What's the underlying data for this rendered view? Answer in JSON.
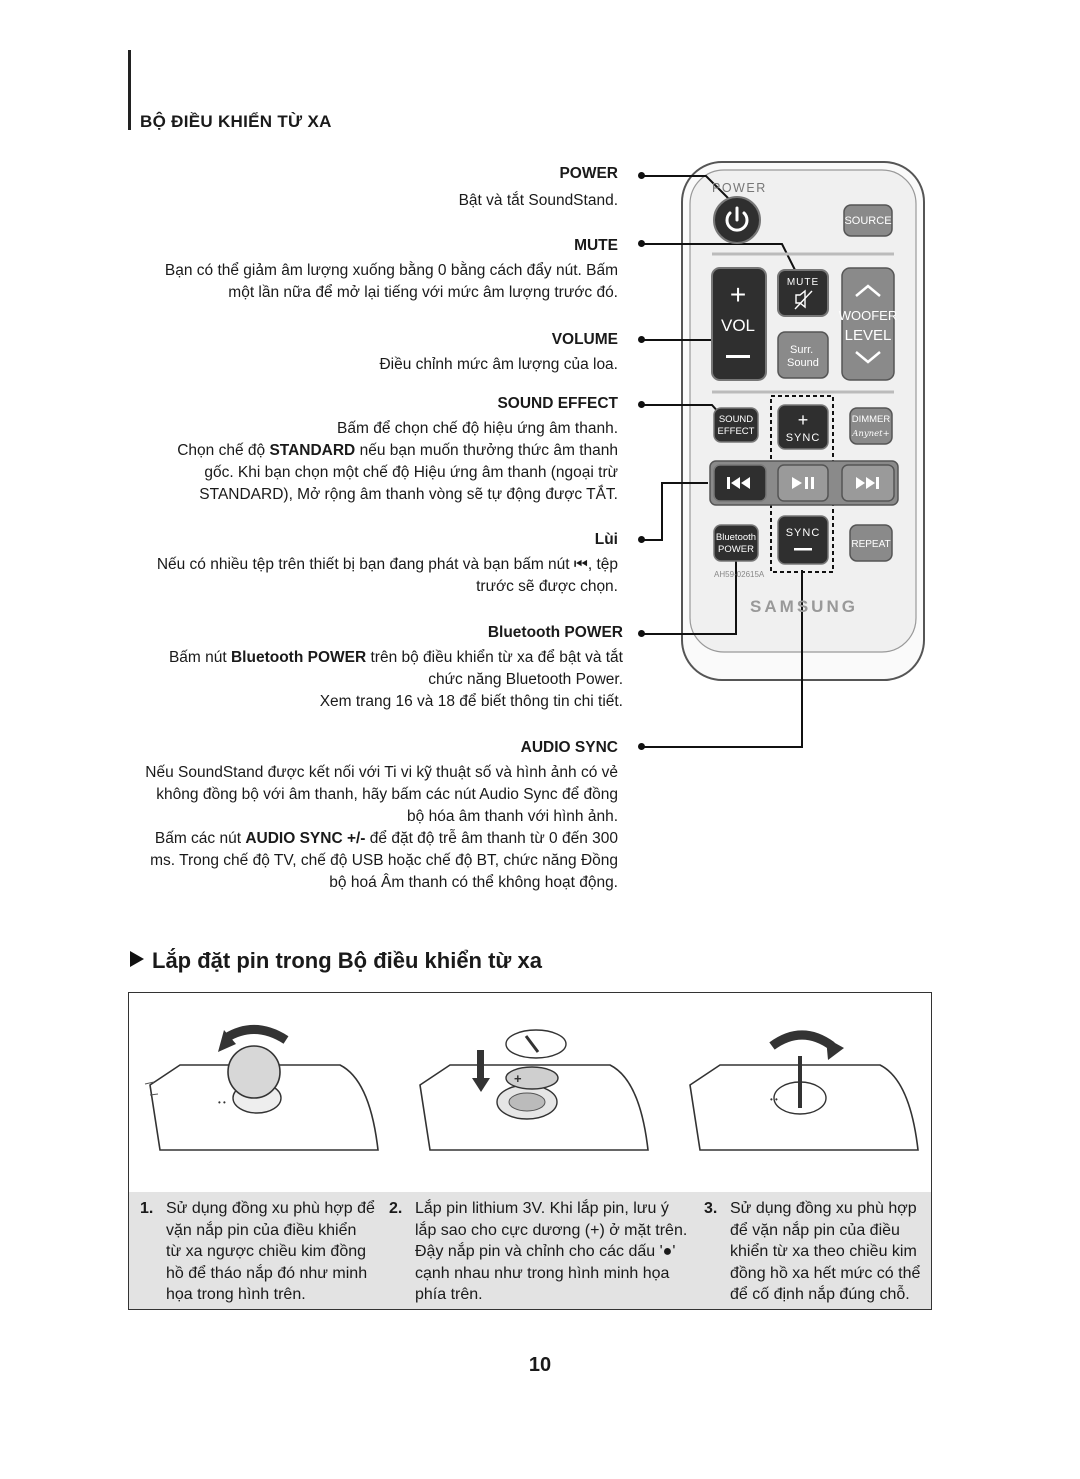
{
  "section_title": "BỘ ĐIỀU KHIỂN TỪ XA",
  "descriptions": [
    {
      "heading": "POWER",
      "lines": [
        "Bật và tắt SoundStand."
      ]
    },
    {
      "heading": "MUTE",
      "lines": [
        "Bạn có thể giảm âm lượng xuống bằng 0 bằng cách đẩy nút. Bấm",
        "một lần nữa để mở lại tiếng với mức âm lượng trước đó."
      ]
    },
    {
      "heading": "VOLUME",
      "lines": [
        "Điều chỉnh mức âm lượng của loa."
      ]
    },
    {
      "heading": "SOUND EFFECT",
      "lines": [
        "Bấm để chọn chế độ hiệu ứng âm thanh.",
        {
          "pre": "Chọn chế độ ",
          "bold": "STANDARD",
          "post": " nếu bạn muốn thưởng thức âm thanh"
        },
        "gốc.  Khi bạn chọn một chế độ Hiệu ứng âm thanh (ngoại trừ",
        "STANDARD), Mở rộng âm thanh vòng sẽ tự động được TẮT."
      ]
    },
    {
      "heading": "Lùi",
      "lines": [
        "Nếu có nhiều tệp trên thiết bị bạn đang phát và bạn bấm nút ⏮, tệp",
        "trước sẽ được chọn."
      ]
    },
    {
      "heading": "Bluetooth POWER",
      "lines": [
        {
          "pre": "Bấm nút ",
          "bold": "Bluetooth POWER",
          "post": " trên bộ điều khiển từ xa để bật và tắt"
        },
        "chức năng Bluetooth Power.",
        "Xem trang 16 và 18 để biết thông tin chi tiết."
      ]
    },
    {
      "heading": "AUDIO SYNC",
      "lines": [
        "Nếu SoundStand được kết nối với Ti vi kỹ thuật số và hình ảnh có vẻ",
        "không đồng bộ với âm thanh, hãy bấm các nút Audio Sync để đồng",
        "bộ hóa âm thanh với hình ảnh.",
        {
          "pre": "Bấm các nút ",
          "bold": "AUDIO SYNC +/-",
          "post": " để đặt độ trễ âm thanh từ 0 đến 300"
        },
        "ms. Trong chế độ TV, chế độ USB hoặc chế độ BT, chức năng Đồng",
        "bộ hoá Âm thanh có thể không hoạt động."
      ]
    }
  ],
  "remote": {
    "power_label": "POWER",
    "source_label": "SOURCE",
    "mute_label": "MUTE",
    "vol_label": "VOL",
    "woofer_line1": "WOOFER",
    "woofer_line2": "LEVEL",
    "surr_line1": "Surr.",
    "surr_line2": "Sound",
    "sound_effect_line1": "SOUND",
    "sound_effect_line2": "EFFECT",
    "sync_label": "SYNC",
    "dimmer_label": "DIMMER",
    "anynet_label": "Anynet+",
    "bt_line1": "Bluetooth",
    "bt_line2": "POWER",
    "repeat_label": "REPEAT",
    "model_code": "AH59-02615A",
    "brand": "SAMSUNG",
    "colors": {
      "body": "#f2f2f2",
      "button": "#3a3a3a",
      "button_light": "#8a8a8a",
      "outline": "#555555"
    }
  },
  "battery_section": {
    "title": "Lắp đặt pin trong Bộ điều khiển từ xa",
    "steps": [
      {
        "num": "1.",
        "lines": [
          "Sử dụng đồng xu phù hợp để",
          "vặn nắp pin của điều khiển",
          "từ xa ngược chiều kim đồng",
          "hồ để tháo nắp đó như minh",
          "họa trong hình trên."
        ]
      },
      {
        "num": "2.",
        "lines": [
          "Lắp pin lithium 3V. Khi lắp pin, lưu ý",
          "lắp sao cho cực dương (+) ở mặt trên.",
          "Đậy nắp pin và chỉnh cho các dấu '●'",
          "cạnh nhau như trong hình minh họa",
          "phía trên."
        ]
      },
      {
        "num": "3.",
        "lines": [
          "Sử dụng đồng xu phù hợp",
          "để vặn nắp pin của điều",
          "khiển từ xa theo chiều kim",
          "đồng hồ xa hết mức có thể",
          "để cố định nắp đúng chỗ."
        ]
      }
    ]
  },
  "page_number": "10"
}
